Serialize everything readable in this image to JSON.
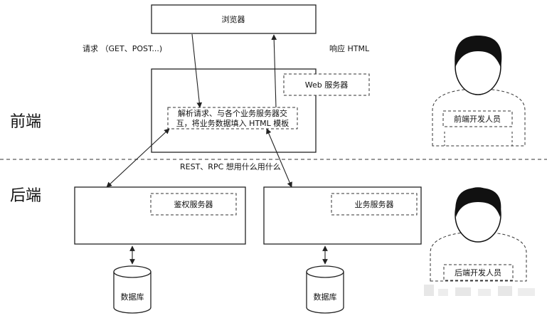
{
  "browser": {
    "label": "浏览器"
  },
  "request": {
    "label": "请求 （GET、POST...)"
  },
  "response": {
    "label": "响应 HTML"
  },
  "web_server": {
    "tag": "Web 服务器",
    "note_line1": "解析请求、与各个业务服务器交",
    "note_line2": "互，将业务数据填入 HTML 模板"
  },
  "frontend": {
    "label": "前端"
  },
  "backend": {
    "label": "后端"
  },
  "rpc": {
    "label": "REST、RPC 想用什么用什么"
  },
  "auth_service": {
    "tag": "鉴权服务器"
  },
  "business_service": {
    "tag": "业务服务器"
  },
  "db_left": {
    "label": "数据库"
  },
  "db_right": {
    "label": "数据库"
  },
  "frontend_dev": {
    "label": "前端开发人员"
  },
  "backend_dev": {
    "label": "后端开发人员"
  }
}
